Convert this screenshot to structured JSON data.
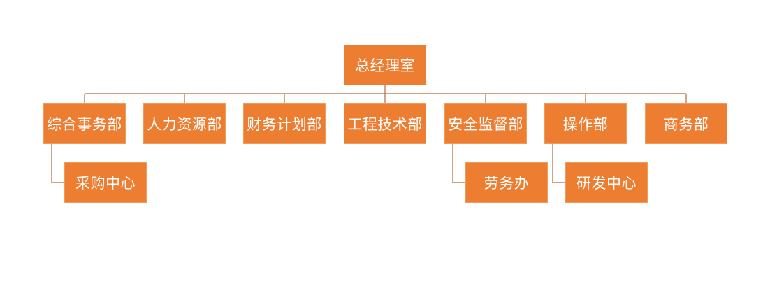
{
  "org_chart": {
    "root": {
      "label": "总经理室"
    },
    "departments": [
      {
        "label": "综合事务部",
        "sub": [
          {
            "label": "采购中心"
          }
        ]
      },
      {
        "label": "人力资源部",
        "sub": []
      },
      {
        "label": "财务计划部",
        "sub": []
      },
      {
        "label": "工程技术部",
        "sub": []
      },
      {
        "label": "安全监督部",
        "sub": [
          {
            "label": "劳务办"
          }
        ]
      },
      {
        "label": "操作部",
        "sub": [
          {
            "label": "研发中心"
          }
        ]
      },
      {
        "label": "商务部",
        "sub": []
      }
    ]
  },
  "colors": {
    "node_fill": "#ed7d31",
    "node_text": "#ffffff",
    "connector": "#b36a3a"
  }
}
